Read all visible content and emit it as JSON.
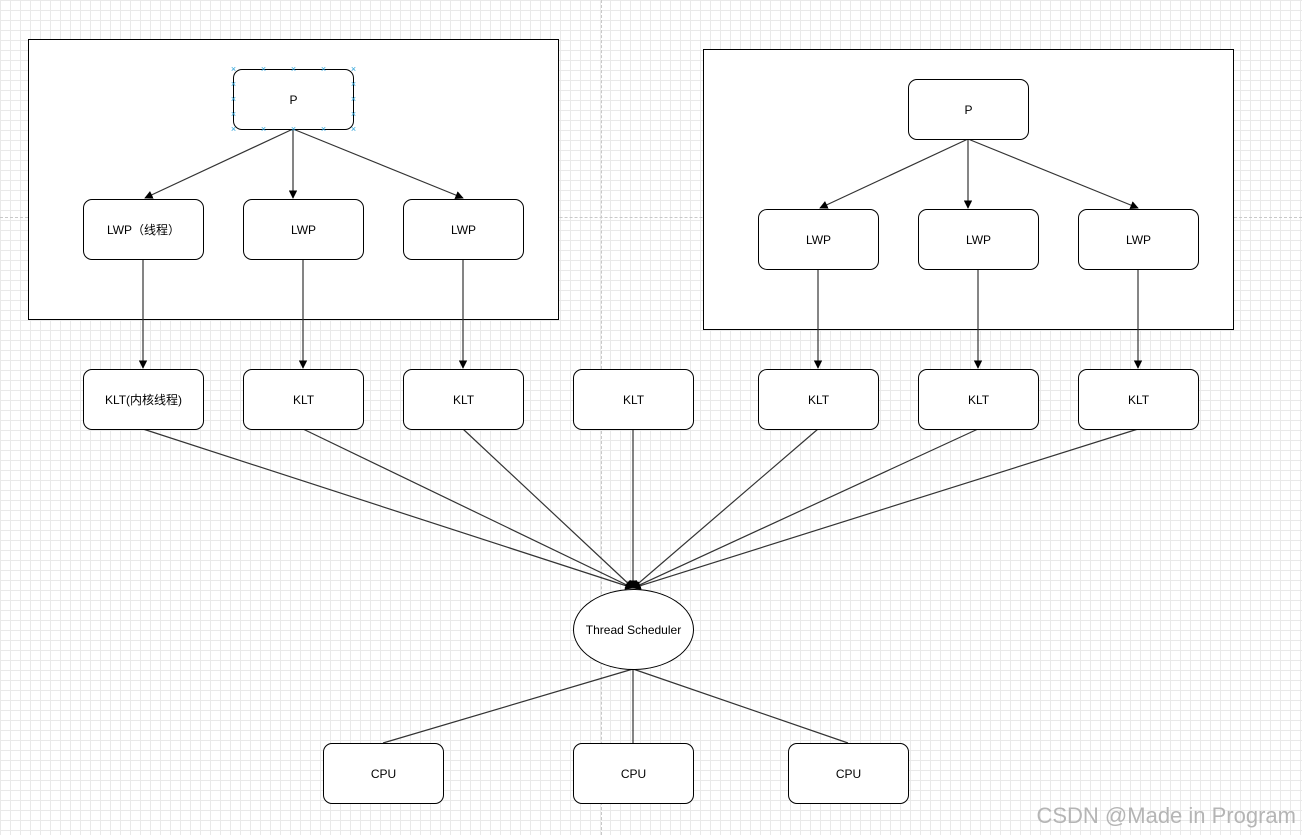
{
  "diagram": {
    "left_process": {
      "process": "P",
      "lwps": [
        "LWP（线程）",
        "LWP",
        "LWP"
      ]
    },
    "right_process": {
      "process": "P",
      "lwps": [
        "LWP",
        "LWP",
        "LWP"
      ]
    },
    "klts": [
      "KLT(内核线程)",
      "KLT",
      "KLT",
      "KLT",
      "KLT",
      "KLT",
      "KLT"
    ],
    "scheduler": "Thread Scheduler",
    "cpus": [
      "CPU",
      "CPU",
      "CPU"
    ],
    "colors": {
      "selection": "#29a0d8",
      "edge": "#333333",
      "grid": "#e9e9e9"
    }
  },
  "watermark": "CSDN @Made in Program"
}
